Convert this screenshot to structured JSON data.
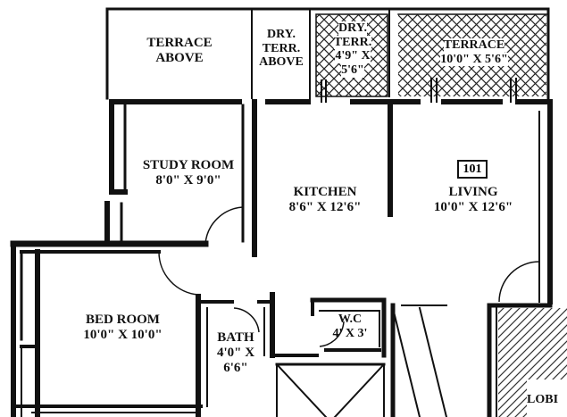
{
  "rooms": {
    "terrace_above": {
      "line1": "TERRACE",
      "line2": "ABOVE"
    },
    "dry_terr_above": {
      "line1": "DRY.",
      "line2": "TERR.",
      "line3": "ABOVE"
    },
    "dry_terr": {
      "line1": "DRY.",
      "line2": "TERR.",
      "line3": "4'9\" X",
      "line4": "5'6\""
    },
    "terrace": {
      "line1": "TERRACE",
      "line2": "10'0\" X 5'6\""
    },
    "study_room": {
      "line1": "STUDY ROOM",
      "line2": "8'0\" X 9'0\""
    },
    "kitchen": {
      "line1": "KITCHEN",
      "line2": "8'6\" X 12'6\""
    },
    "living": {
      "line1": "LIVING",
      "line2": "10'0\" X 12'6\""
    },
    "bed_room": {
      "line1": "BED ROOM",
      "line2": "10'0\" X 10'0\""
    },
    "bath": {
      "line1": "BATH",
      "line2": "4'0\" X",
      "line3": "6'6\""
    },
    "wc": {
      "line1": "W.C",
      "line2": "4' X 3'"
    },
    "lobby": {
      "line1": "LOBI"
    }
  },
  "unit_number": "101",
  "colors": {
    "wall": "#111111",
    "background": "#ffffff",
    "hatch": "#222222"
  }
}
